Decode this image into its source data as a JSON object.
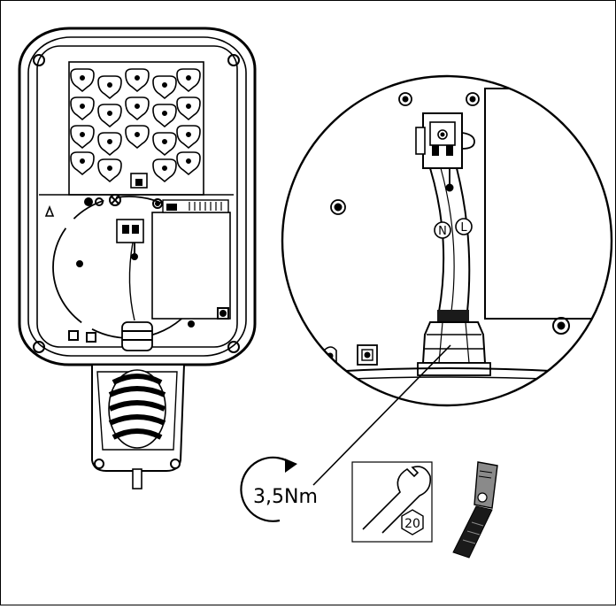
{
  "torque": {
    "label": "3,5Nm"
  },
  "wrench": {
    "size_label": "20"
  },
  "wires": {
    "neutral": "N",
    "live": "L"
  },
  "colors": {
    "line": "#000000",
    "fill_light": "#ffffff",
    "fill_tool": "#8a8a8a",
    "fill_dark": "#1a1a1a"
  }
}
